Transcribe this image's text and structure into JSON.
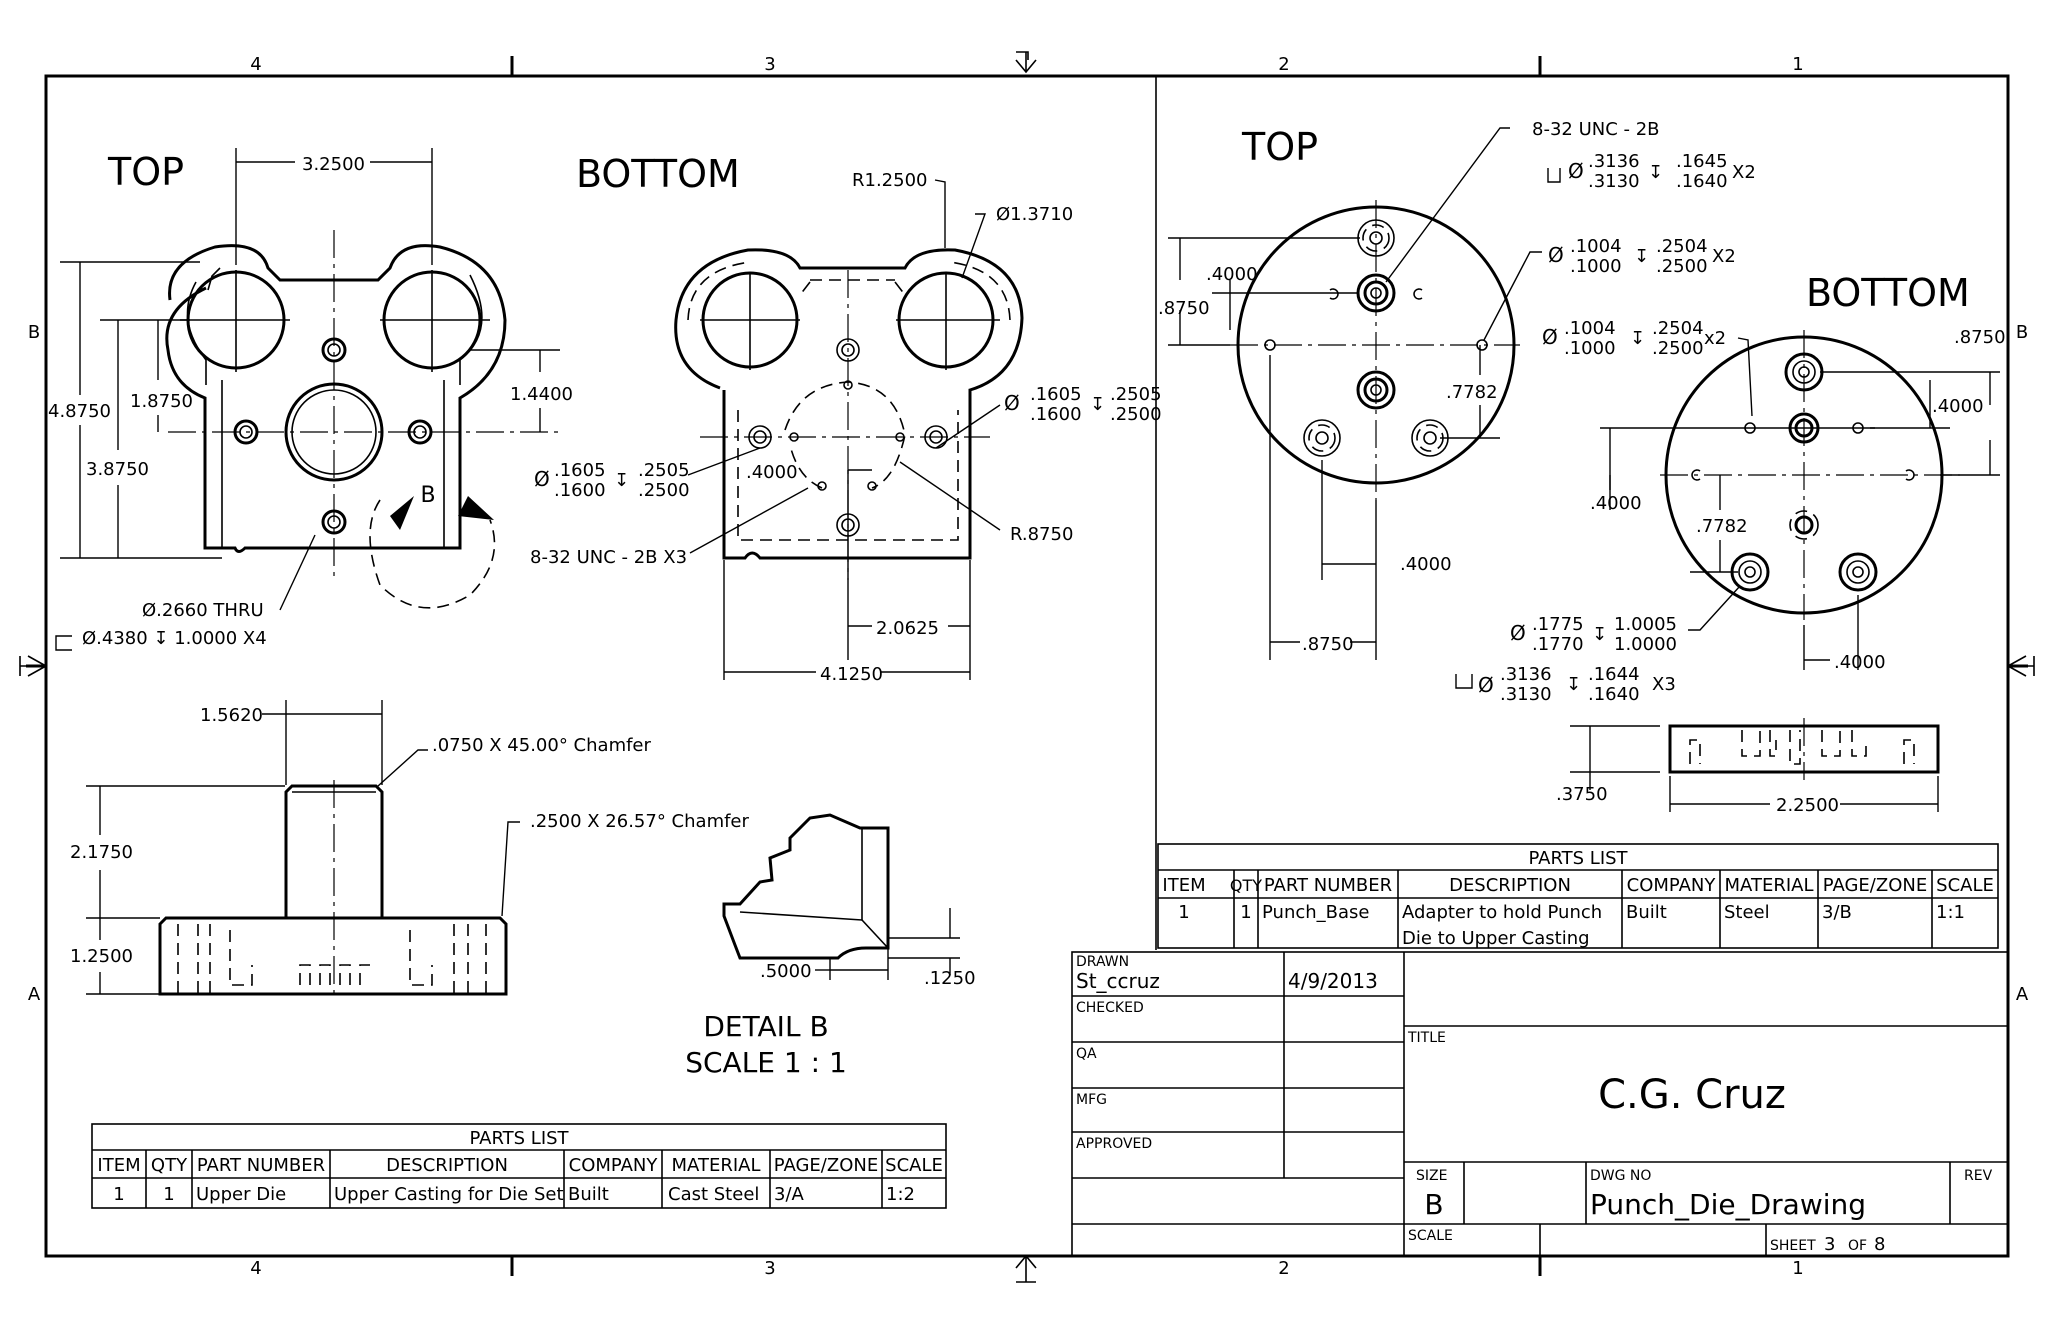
{
  "zones": {
    "cols": [
      "4",
      "3",
      "2",
      "1"
    ],
    "rows": [
      "B",
      "A"
    ]
  },
  "views": {
    "left_top": "TOP",
    "left_bottom": "BOTTOM",
    "right_top": "TOP",
    "right_bottom": "BOTTOM",
    "detail_title": "DETAIL  B",
    "detail_scale": "SCALE 1 : 1",
    "detail_callout": "B"
  },
  "dims": {
    "d_3_2500": "3.2500",
    "d_4_8750": "4.8750",
    "d_1_8750": "1.8750",
    "d_3_8750": "3.8750",
    "d_1_4400": "1.4400",
    "d_2660": "Ø.2660 THRU",
    "d_4380": "Ø.4380 ↧ 1.0000 X4",
    "d_r1_2500": "R1.2500",
    "d_1_3710": "Ø1.3710",
    "d_1605_left_a": ".1605",
    "d_1600_left_b": ".1600",
    "d_2505_left_a": ".2505",
    "d_2500_left_b": ".2500",
    "d_4000_mid": ".4000",
    "d_832_x3": "8-32 UNC - 2B X3",
    "d_1605_right_a": ".1605",
    "d_1600_right_b": ".1600",
    "d_2505_right_a": ".2505",
    "d_2500_right_b": ".2500",
    "d_r8750": "R.8750",
    "d_2_0625": "2.0625",
    "d_4_1250": "4.1250",
    "d_1_5620": "1.5620",
    "d_chamfer1": ".0750 X 45.00° Chamfer",
    "d_chamfer2": ".2500 X 26.57° Chamfer",
    "d_2_1750": "2.1750",
    "d_1_2500": "1.2500",
    "d_5000": ".5000",
    "d_1250": ".1250",
    "r_832": "8-32 UNC - 2B",
    "r_3136a": ".3136",
    "r_3130a": ".3130",
    "r_1645a": ".1645",
    "r_1640a": ".1640",
    "r_x2a": "X2",
    "r_1004a": ".1004",
    "r_1000a": ".1000",
    "r_2504a": ".2504",
    "r_2500a": ".2500",
    "r_x2b": "X2",
    "r_1004b": ".1004",
    "r_1000b": ".1000",
    "r_2504b": ".2504",
    "r_2500b": ".2500",
    "r_x2c": "x2",
    "r_4000_t": ".4000",
    "r_8750_t": ".8750",
    "r_7782_t": ".7782",
    "r_4000_b": ".4000",
    "r_8750_b": ".8750",
    "rb_8750": ".8750",
    "rb_4000a": ".4000",
    "rb_4000b": ".4000",
    "rb_7782": ".7782",
    "rb_1775": ".1775",
    "rb_1770": ".1770",
    "rb_10005": "1.0005",
    "rb_10000": "1.0000",
    "rb_3136": ".3136",
    "rb_3130": ".3130",
    "rb_1644": ".1644",
    "rb_1640": ".1640",
    "rb_x3": "X3",
    "rb_4000c": ".4000",
    "rb_3750": ".3750",
    "rb_2_2500": "2.2500"
  },
  "parts_list_left": {
    "title": "PARTS LIST",
    "headers": [
      "ITEM",
      "QTY",
      "PART NUMBER",
      "DESCRIPTION",
      "COMPANY",
      "MATERIAL",
      "PAGE/ZONE",
      "SCALE"
    ],
    "row": [
      "1",
      "1",
      "Upper Die",
      "Upper Casting for Die Set",
      "Built",
      "Cast Steel",
      "3/A",
      "1:2"
    ]
  },
  "parts_list_right": {
    "title": "PARTS LIST",
    "headers": [
      "ITEM",
      "QTY",
      "PART NUMBER",
      "DESCRIPTION",
      "COMPANY",
      "MATERIAL",
      "PAGE/ZONE",
      "SCALE"
    ],
    "row": [
      "1",
      "1",
      "Punch_Base",
      "Adapter to hold Punch",
      "Built",
      "Steel",
      "3/B",
      "1:1"
    ],
    "row_desc_line2": "Die to Upper Casting"
  },
  "title_block": {
    "drawn_label": "DRAWN",
    "drawn_by": "St_ccruz",
    "drawn_date": "4/9/2013",
    "checked_label": "CHECKED",
    "qa_label": "QA",
    "mfg_label": "MFG",
    "approved_label": "APPROVED",
    "title_label": "TITLE",
    "title": "C.G. Cruz",
    "size_label": "SIZE",
    "size": "B",
    "dwg_label": "DWG NO",
    "dwg_no": "Punch_Die_Drawing",
    "rev_label": "REV",
    "scale_label": "SCALE",
    "sheet_label": "SHEET",
    "sheet_no": "3",
    "of_label": "OF",
    "sheet_total": "8"
  }
}
